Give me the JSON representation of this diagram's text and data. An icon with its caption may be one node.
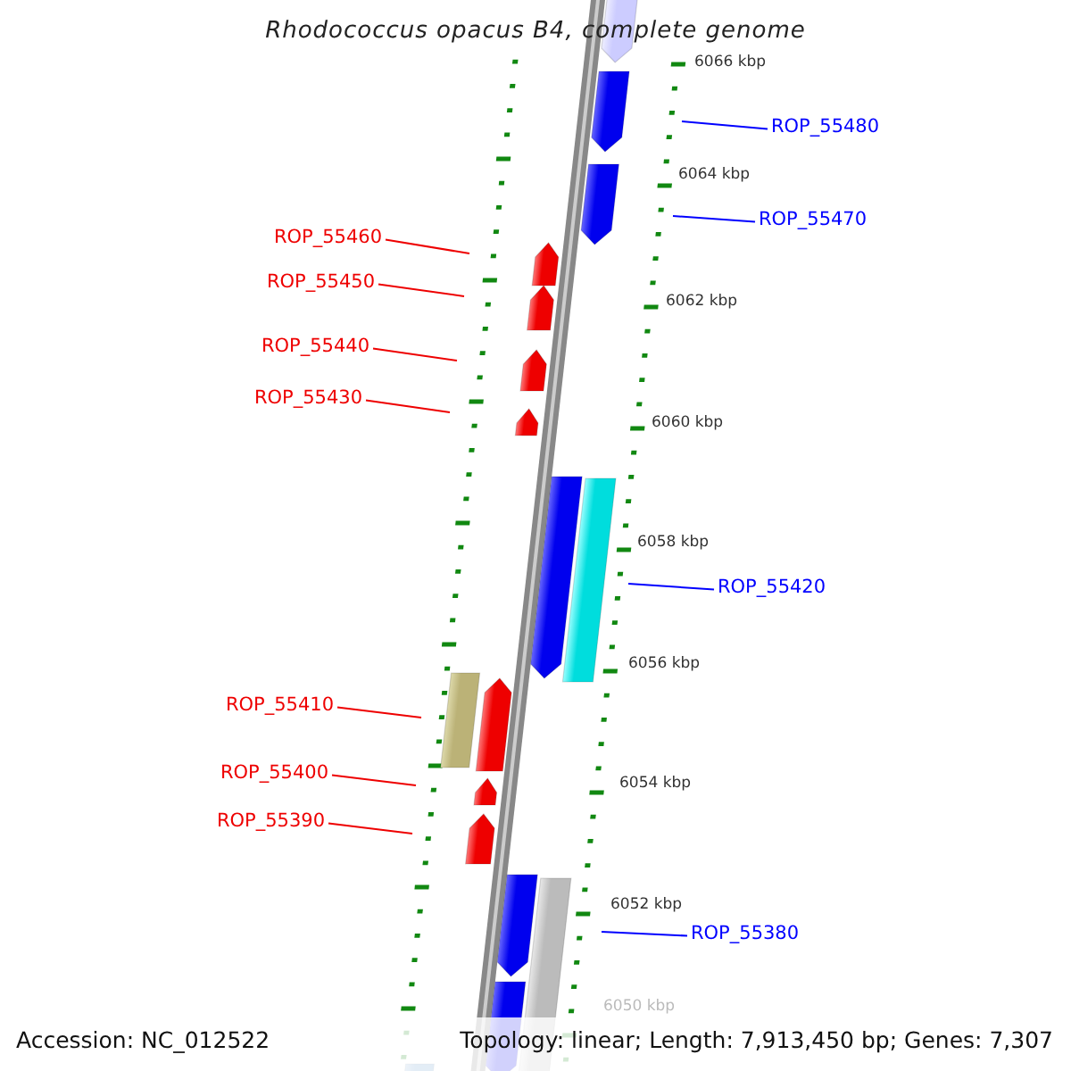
{
  "diagram": {
    "title": "Rhodococcus opacus B4, complete genome",
    "nodes": [
      {
        "text": [
          "ROP_55480"
        ]
      },
      {
        "text": [
          "ROP_55470"
        ]
      },
      {
        "text": [
          "ROP_55460"
        ]
      },
      {
        "text": [
          "ROP_55450"
        ]
      },
      {
        "text": [
          "ROP_55440"
        ]
      },
      {
        "text": [
          "ROP_55430"
        ]
      },
      {
        "text": [
          "ROP_55420"
        ]
      },
      {
        "text": [
          "ROP_55410"
        ]
      },
      {
        "text": [
          "ROP_55400"
        ]
      },
      {
        "text": [
          "ROP_55390"
        ]
      },
      {
        "text": [
          "ROP_55380"
        ]
      }
    ],
    "edges": [
      {
        "from": 0,
        "to": null,
        "arrow": "none",
        "color": "#0000ff"
      },
      {
        "from": 1,
        "to": null,
        "arrow": "none",
        "color": "#0000ff"
      },
      {
        "from": 2,
        "to": null,
        "arrow": "none"
      },
      {
        "from": 3,
        "to": null,
        "arrow": "none"
      },
      {
        "from": 4,
        "to": null,
        "arrow": "none"
      },
      {
        "from": 5,
        "to": null,
        "arrow": "none"
      },
      {
        "from": 6,
        "to": null,
        "arrow": "none",
        "color": "#0000ff"
      },
      {
        "from": 7,
        "to": null,
        "arrow": "none"
      },
      {
        "from": 8,
        "to": null,
        "arrow": "none"
      },
      {
        "from": 9,
        "to": null,
        "arrow": "none"
      },
      {
        "from": 10,
        "to": null,
        "arrow": "none",
        "color": "#0000ff"
      }
    ],
    "labels": [
      "6066 kbp",
      "6064 kbp",
      "6062 kbp",
      "6060 kbp",
      "6058 kbp",
      "6056 kbp",
      "6054 kbp",
      "6052 kbp",
      "6050 kbp",
      "Accession: NC_012522",
      "Topology: linear; Length: 7,913,450 bp; Genes: 7,307"
    ]
  }
}
